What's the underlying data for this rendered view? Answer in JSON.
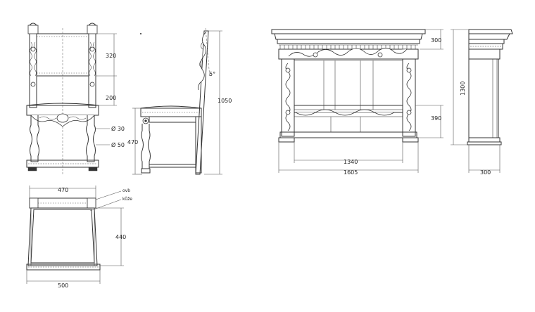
{
  "chair_front": {
    "dim_back_upper": "320",
    "dim_back_lower": "200",
    "dim_leg_diameter": "Ø 30",
    "dim_stretcher_diameter": "Ø 50"
  },
  "chair_side": {
    "dim_angle": "5°",
    "dim_total_height": "1050",
    "dim_seat_height": "470"
  },
  "chair_top": {
    "dim_top_width": "470",
    "label_upholstery": "ovb",
    "label_leather": "kůže",
    "dim_depth": "440",
    "dim_bottom_width": "500"
  },
  "cabinet_front": {
    "dim_cornice_height": "300",
    "dim_total_height": "1300",
    "dim_lower_opening": "390",
    "dim_inner_width": "1340",
    "dim_total_width": "1605"
  },
  "cabinet_side": {
    "dim_depth": "300"
  }
}
